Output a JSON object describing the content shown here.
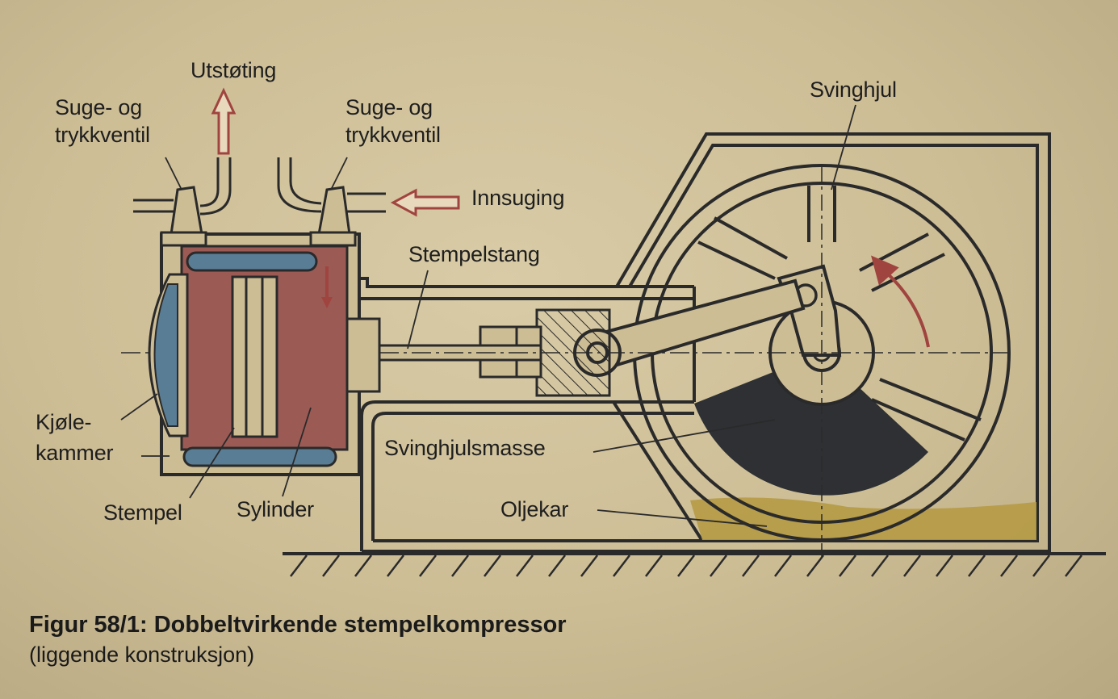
{
  "labels": {
    "exhaust": "Utstøting",
    "valve_left_1": "Suge- og",
    "valve_left_2": "trykkventil",
    "valve_right_1": "Suge- og",
    "valve_right_2": "trykkventil",
    "intake": "Innsuging",
    "piston_rod": "Stempelstang",
    "flywheel": "Svinghjul",
    "cooling_1": "Kjøle-",
    "cooling_2": "kammer",
    "piston": "Stempel",
    "cylinder": "Sylinder",
    "flywheel_mass": "Svinghjulsmasse",
    "oil_sump": "Oljekar"
  },
  "caption": {
    "title": "Figur 58/1:  Dobbeltvirkende stempelkompressor",
    "subtitle": "(liggende konstruksjon)"
  },
  "colors": {
    "background": "#cfc09a",
    "line": "#2a2a2a",
    "cylinder_fill": "#9c5a55",
    "cooling_fill": "#5a7d96",
    "flywheel_mass_fill": "#2e3034",
    "oil_fill": "#b59a45",
    "arrow_accent": "#a0443f"
  }
}
